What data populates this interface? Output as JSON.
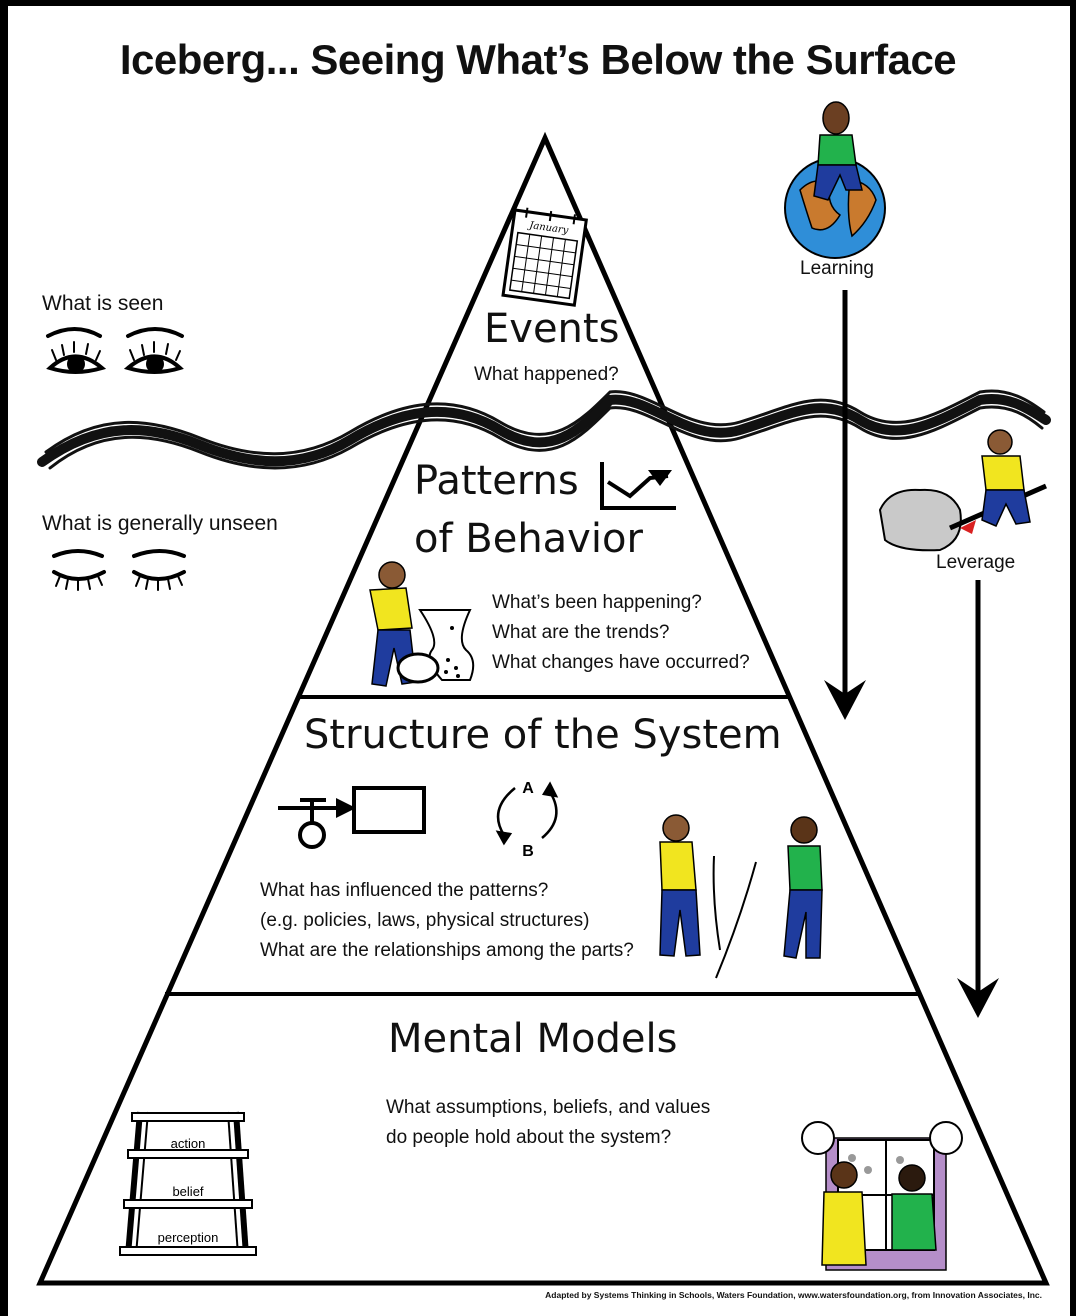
{
  "title": "Iceberg... Seeing What’s Below the Surface",
  "levels": {
    "events": {
      "heading": "Events",
      "question": "What happened?"
    },
    "patterns": {
      "heading_line1": "Patterns",
      "heading_line2": "of Behavior",
      "questions": [
        "What’s been happening?",
        "What are the trends?",
        "What changes have occurred?"
      ]
    },
    "structure": {
      "heading": "Structure of the System",
      "questions": [
        "What has influenced the patterns?",
        "(e.g. policies, laws, physical structures)",
        "What are the relationships among the parts?"
      ],
      "loop_labels": [
        "A",
        "B"
      ]
    },
    "mental_models": {
      "heading": "Mental Models",
      "questions": [
        "What assumptions, beliefs, and values",
        "do people hold about the system?"
      ],
      "ladder_labels": [
        "action",
        "belief",
        "perception"
      ]
    }
  },
  "left_labels": {
    "seen": "What is seen",
    "unseen": "What is generally unseen"
  },
  "right_labels": {
    "learning": "Learning",
    "leverage": "Leverage"
  },
  "calendar_month": "January",
  "credit": "Adapted by Systems Thinking in Schools, Waters Foundation, www.watersfoundation.org, from Innovation Associates, Inc."
}
